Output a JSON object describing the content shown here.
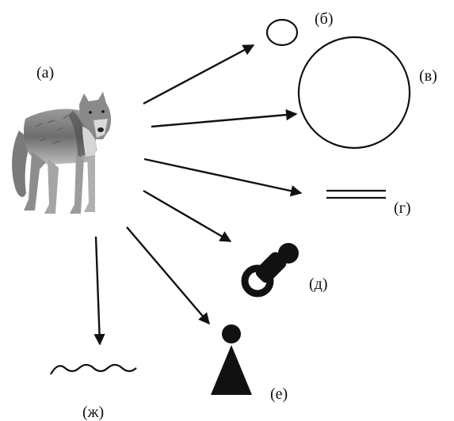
{
  "labels": {
    "a": "(а)",
    "b": "(б)",
    "v": "(в)",
    "g": "(г)",
    "d": "(д)",
    "e": "(е)",
    "zh": "(ж)"
  },
  "subject": {
    "icon": "wolf-illustration"
  },
  "symbols": [
    {
      "key": "b",
      "icon": "small-circle-icon"
    },
    {
      "key": "v",
      "icon": "large-circle-icon"
    },
    {
      "key": "g",
      "icon": "double-line-icon"
    },
    {
      "key": "d",
      "icon": "pacifier-icon"
    },
    {
      "key": "e",
      "icon": "pawn-figure-icon"
    },
    {
      "key": "zh",
      "icon": "wavy-line-icon"
    }
  ],
  "colors": {
    "ink": "#111111",
    "fur_dark": "#3a3a3a",
    "fur_mid": "#8a8a8a",
    "fur_light": "#c8c8c8"
  }
}
